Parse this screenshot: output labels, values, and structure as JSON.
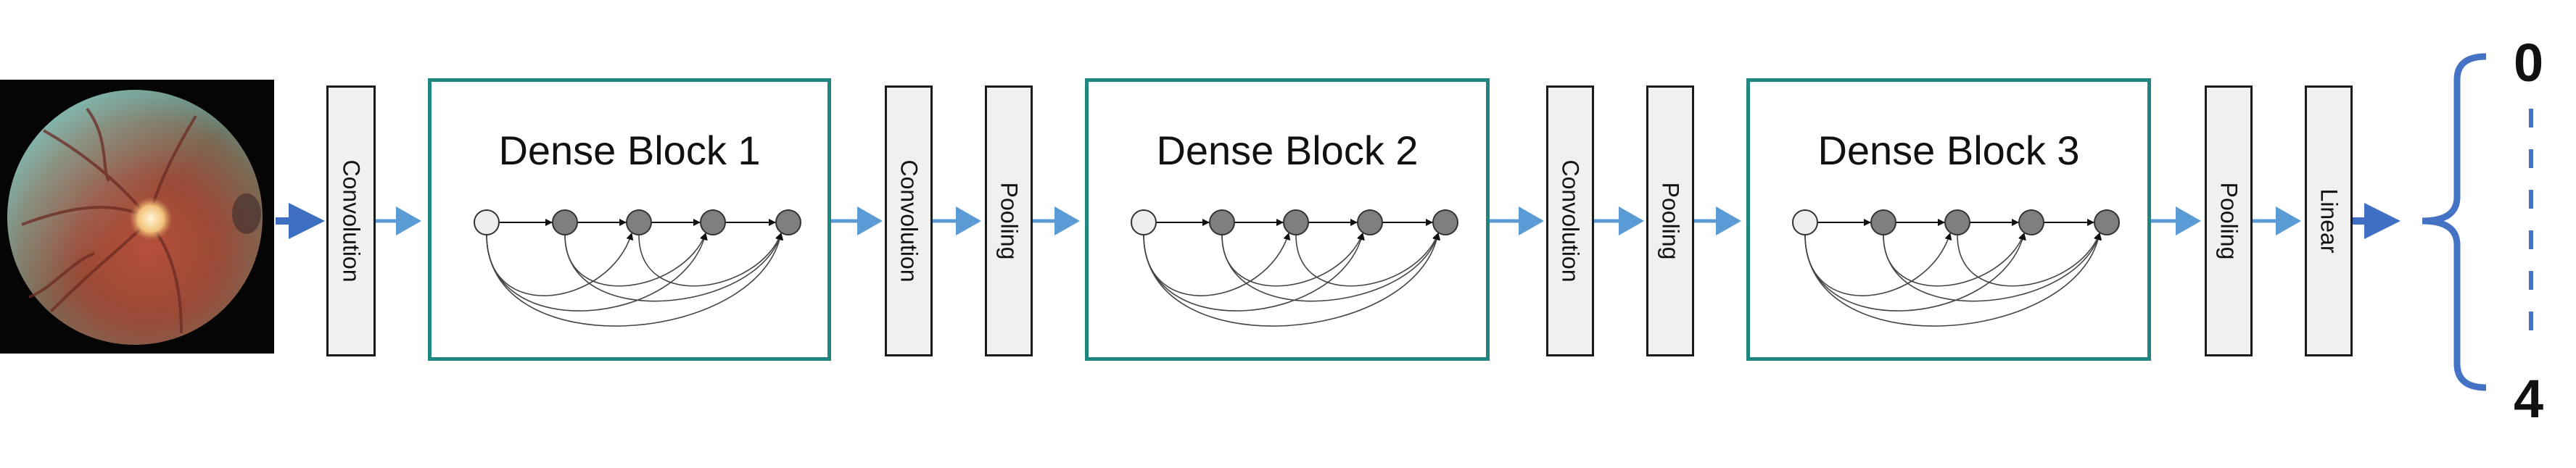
{
  "input_image": {
    "description_name": "retinal-fundus-image"
  },
  "layers": {
    "conv_1": "Convolution",
    "conv_2": "Convolution",
    "pool_2": "Pooling",
    "conv_3": "Convolution",
    "pool_3": "Pooling",
    "pool_4": "Pooling",
    "linear": "Linear"
  },
  "dense_blocks": [
    "Dense Block 1",
    "Dense Block 2",
    "Dense Block 3"
  ],
  "outputs": {
    "top": "0",
    "bottom": "4"
  },
  "colors": {
    "dense_border": "#1f8780",
    "arrow": "#5b9bd5",
    "arrow_dark": "#3f6fc2",
    "bracket": "#4472c4",
    "node_first": "#eeeeee",
    "node_other": "#7f7f7f"
  }
}
